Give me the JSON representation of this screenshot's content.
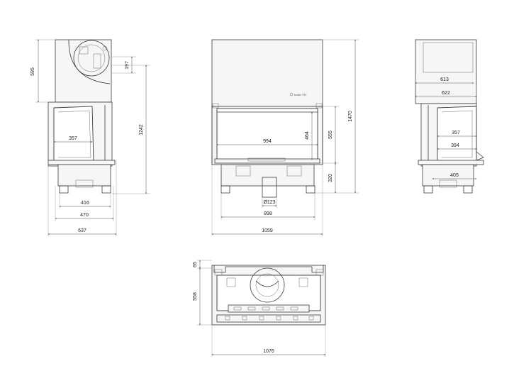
{
  "diagram": {
    "brand_label": "kratki 700",
    "dimensions": {
      "side_left": {
        "top_height": "595",
        "flue_offset": "197",
        "total_height": "1242",
        "glass_depth": "357",
        "base_inner": "416",
        "base_outer": "470",
        "overall_width": "637"
      },
      "front": {
        "glass_width": "994",
        "glass_height": "464",
        "door_height": "555",
        "total_height": "1470",
        "base_height": "320",
        "flue_diameter": "Ø123",
        "base_width": "898",
        "overall_width": "1059"
      },
      "side_right": {
        "top_inner": "613",
        "top_outer": "622",
        "glass_depth_a": "357",
        "glass_depth_b": "394",
        "base_width": "405"
      },
      "plan": {
        "rear_offset": "65",
        "depth": "558",
        "overall_width": "1076"
      }
    }
  }
}
